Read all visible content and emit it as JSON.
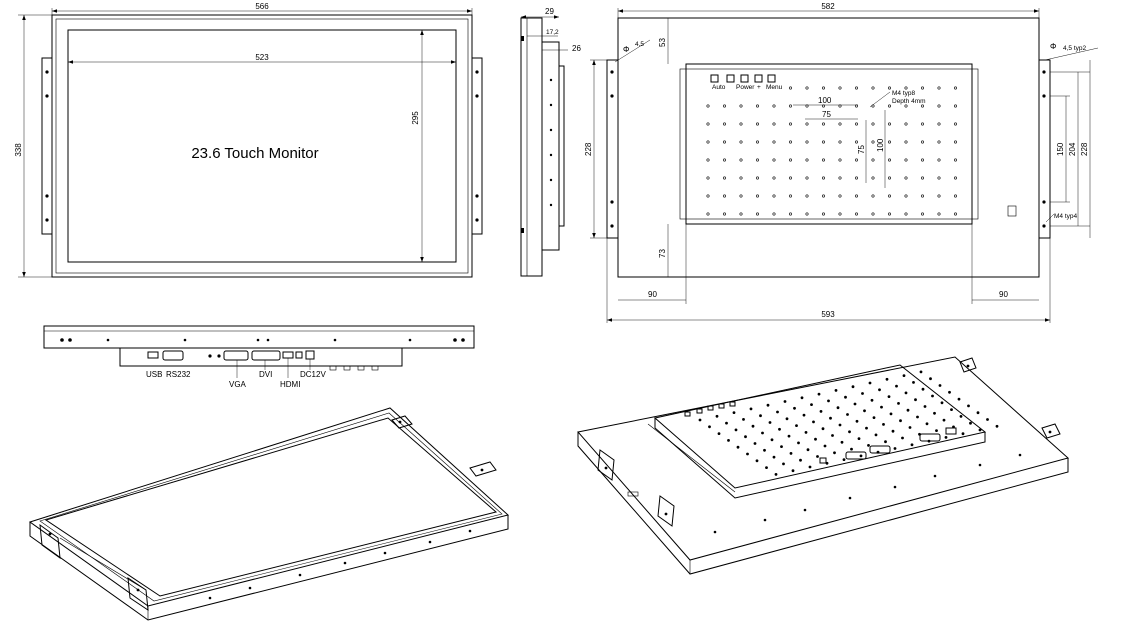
{
  "colors": {
    "ink": "#000000",
    "background": "#ffffff"
  },
  "front_view": {
    "title": "23.6 Touch Monitor",
    "overall_width": "566",
    "overall_height": "338",
    "screen_width": "523",
    "screen_height": "295"
  },
  "side_view": {
    "depth_total": "29",
    "depth_body": "17,2",
    "bracket_offset": "26"
  },
  "rear_view": {
    "overall_width": "582",
    "bottom_width": "593",
    "hole_size": "4,5",
    "hole_size_right": "4,5 typ2",
    "top_offset": "53",
    "bottom_offset": "73",
    "left_offset": "90",
    "right_offset": "90",
    "left_height": "228",
    "right_height": "228",
    "bracket_150": "150",
    "bracket_204": "204",
    "vesa_100_h": "100",
    "vesa_75_h": "75",
    "vesa_100_v": "100",
    "vesa_75_v": "75",
    "screw_note_1": "M4  typ8",
    "screw_note_2": "Depth 4mm",
    "screw_note_3": "M4 typ4",
    "keys": [
      "Auto",
      "Power",
      "+",
      "Menu"
    ]
  },
  "bottom_view": {
    "ports": [
      "USB",
      "RS232",
      "VGA",
      "DVI",
      "HDMI",
      "DC12V"
    ]
  }
}
